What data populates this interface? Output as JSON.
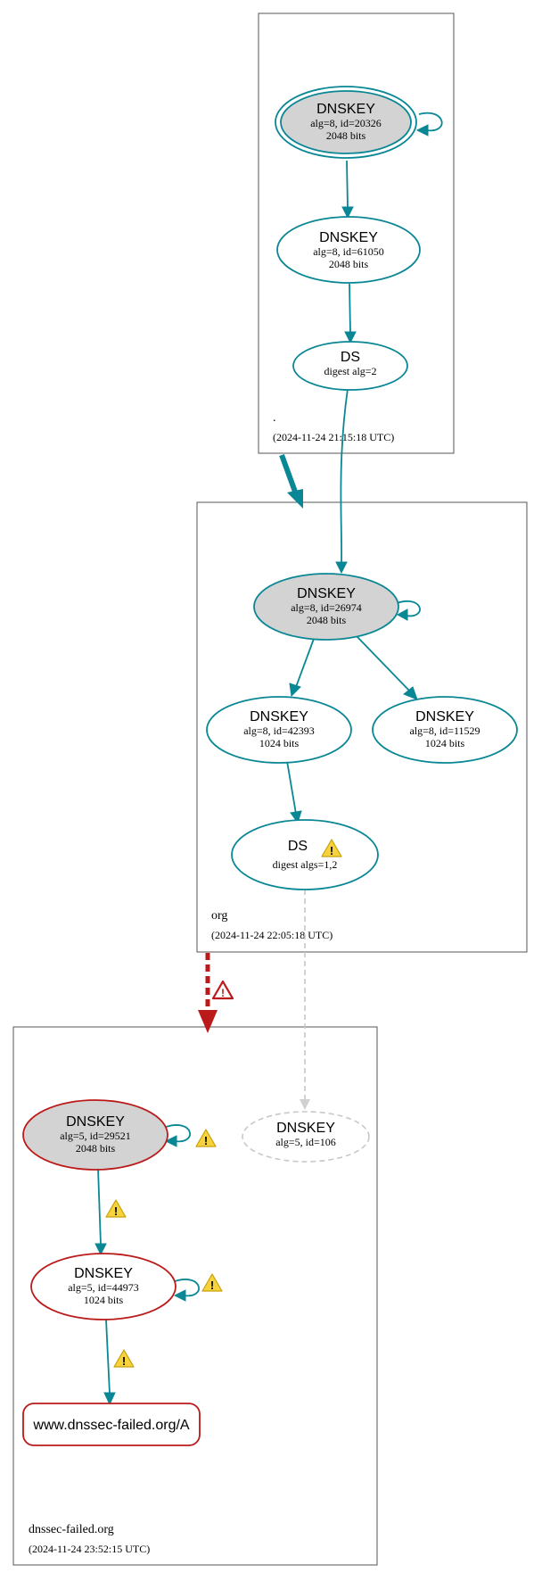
{
  "zones": {
    "root": {
      "name": ".",
      "timestamp": "(2024-11-24 21:15:18 UTC)"
    },
    "org": {
      "name": "org",
      "timestamp": "(2024-11-24 22:05:18 UTC)"
    },
    "dnssec_failed": {
      "name": "dnssec-failed.org",
      "timestamp": "(2024-11-24 23:52:15 UTC)"
    }
  },
  "nodes": {
    "root_ksk": {
      "title": "DNSKEY",
      "line1": "alg=8, id=20326",
      "line2": "2048 bits",
      "status": "secure",
      "trust_anchor": true
    },
    "root_zsk": {
      "title": "DNSKEY",
      "line1": "alg=8, id=61050",
      "line2": "2048 bits",
      "status": "secure"
    },
    "org_ds": {
      "title": "DS",
      "line1": "digest alg=2",
      "status": "secure"
    },
    "org_ksk": {
      "title": "DNSKEY",
      "line1": "alg=8, id=26974",
      "line2": "2048 bits",
      "status": "secure"
    },
    "org_zsk1": {
      "title": "DNSKEY",
      "line1": "alg=8, id=42393",
      "line2": "1024 bits",
      "status": "secure"
    },
    "org_zsk2": {
      "title": "DNSKEY",
      "line1": "alg=8, id=11529",
      "line2": "1024 bits",
      "status": "secure"
    },
    "failed_ds": {
      "title": "DS",
      "line1": "digest algs=1,2",
      "status": "warning"
    },
    "failed_ksk": {
      "title": "DNSKEY",
      "line1": "alg=5, id=29521",
      "line2": "2048 bits",
      "status": "bogus"
    },
    "failed_missing": {
      "title": "DNSKEY",
      "line1": "alg=5, id=106",
      "status": "non-existent"
    },
    "failed_zsk": {
      "title": "DNSKEY",
      "line1": "alg=5, id=44973",
      "line2": "1024 bits",
      "status": "bogus"
    },
    "rrset": {
      "title": "www.dnssec-failed.org/A",
      "status": "bogus"
    }
  },
  "colors": {
    "secure": "#0a8795",
    "bogus": "#bb1a1a",
    "non_existent": "#c8c8c8",
    "key_signing_fill": "#d3d3d3",
    "warning": "#f6d33c"
  },
  "icons": {
    "warning": "warning-triangle-icon",
    "error": "error-triangle-icon"
  }
}
